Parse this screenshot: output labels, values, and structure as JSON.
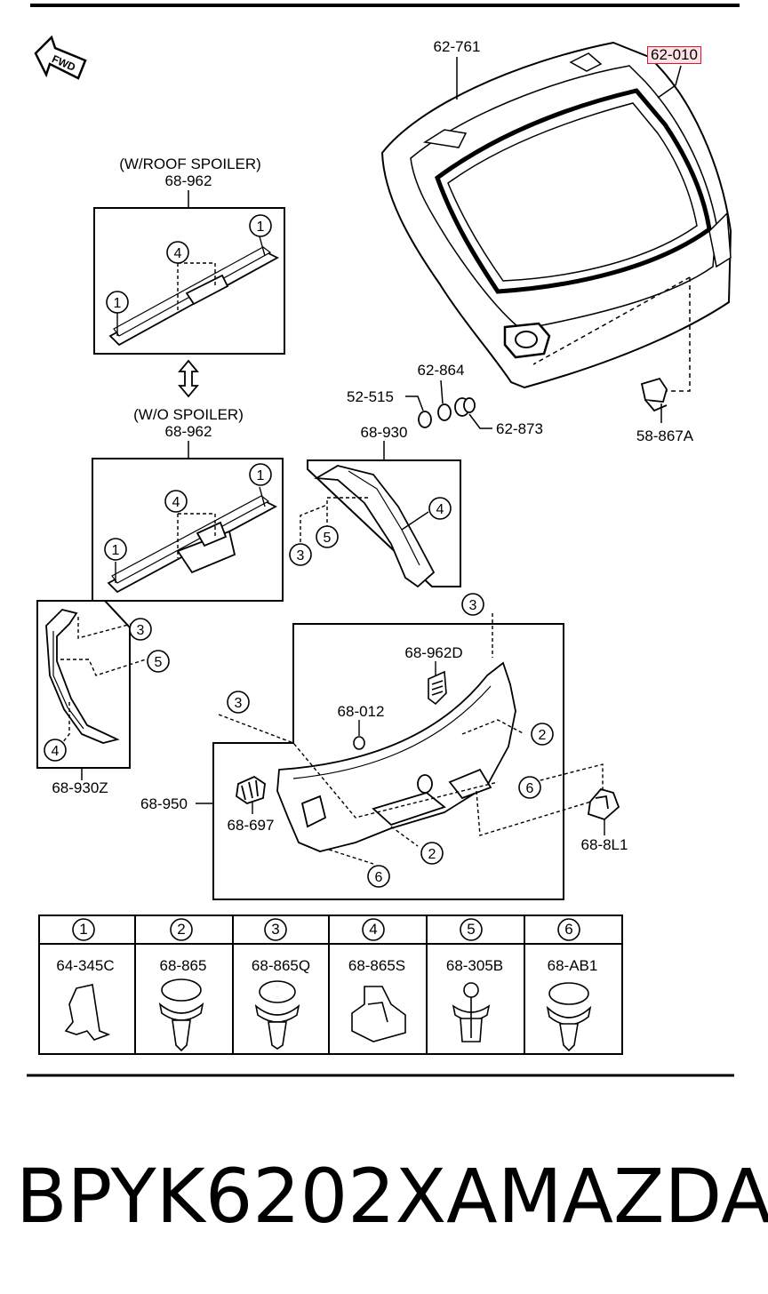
{
  "fwd_label": "FWD",
  "callouts": {
    "backdoor": "62-761",
    "backdoor_highlight": "62-010",
    "with_spoiler_note": "(W/ROOF SPOILER)",
    "with_spoiler_part": "68-962",
    "without_spoiler_note": "(W/O SPOILER)",
    "without_spoiler_part": "68-962",
    "seal_small": "62-864",
    "seal_cap": "52-515",
    "grommet": "62-873",
    "bracket": "58-867A",
    "upper_trim": "68-930",
    "side_trim": "68-930Z",
    "lower_trim": "68-950",
    "handle_cover": "68-962D",
    "cap": "68-012",
    "pull_handle": "68-697",
    "clip_box": "68-8L1"
  },
  "fastener_table": {
    "numbers": [
      "1",
      "2",
      "3",
      "4",
      "5",
      "6"
    ],
    "parts": [
      "64-345C",
      "68-865",
      "68-865Q",
      "68-865S",
      "68-305B",
      "68-AB1"
    ]
  },
  "footer": {
    "part_number": "BPYK6202XA",
    "brand": "MAZDA"
  },
  "colors": {
    "highlight_border": "#e0152a",
    "highlight_fill": "#fde3e6"
  }
}
